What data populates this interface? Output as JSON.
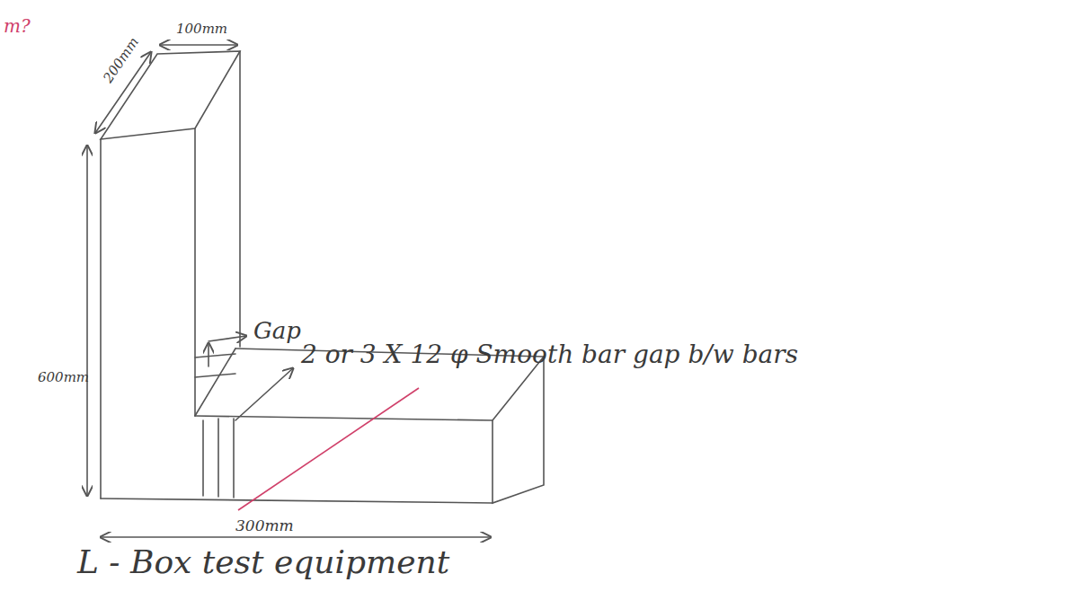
{
  "diagram": {
    "caption": "L - Box test equipment",
    "labels": [
      "m?",
      "100mm",
      "200mm",
      "600mm",
      "Gap",
      "2 or 3 X 12 φ Smooth bar gap b/w bars",
      "300mm"
    ]
  }
}
